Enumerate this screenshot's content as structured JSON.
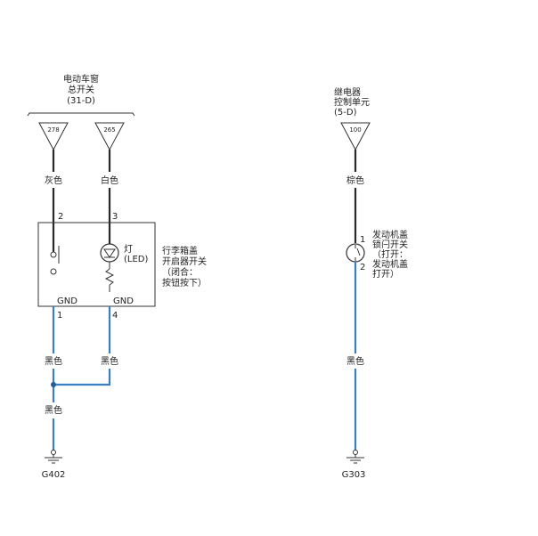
{
  "left": {
    "source_label": [
      "电动车窗",
      "总开关",
      "(31-D)"
    ],
    "connectors": [
      "278",
      "265"
    ],
    "wire_colors_top": [
      "灰色",
      "白色"
    ],
    "pins_top": [
      "2",
      "3"
    ],
    "component_label": [
      "行李箱盖",
      "开启器开关",
      "（闭合：",
      "按钮按下）"
    ],
    "lamp_label": [
      "灯",
      "(LED)"
    ],
    "gnd_labels": [
      "GND",
      "GND"
    ],
    "pins_bottom": [
      "1",
      "4"
    ],
    "wire_colors_bottom": [
      "黑色",
      "黑色"
    ],
    "merged_wire_color": "黑色",
    "ground": "G402"
  },
  "right": {
    "source_label": [
      "继电器",
      "控制单元",
      "(5-D)"
    ],
    "connector": "100",
    "wire_color_top": "棕色",
    "pin_top": "1",
    "pin_bottom": "2",
    "component_label": [
      "发动机盖",
      "锁闩开关",
      "（打开：",
      "发动机盖",
      "打开）"
    ],
    "wire_color_bottom": "黑色",
    "ground": "G303"
  }
}
